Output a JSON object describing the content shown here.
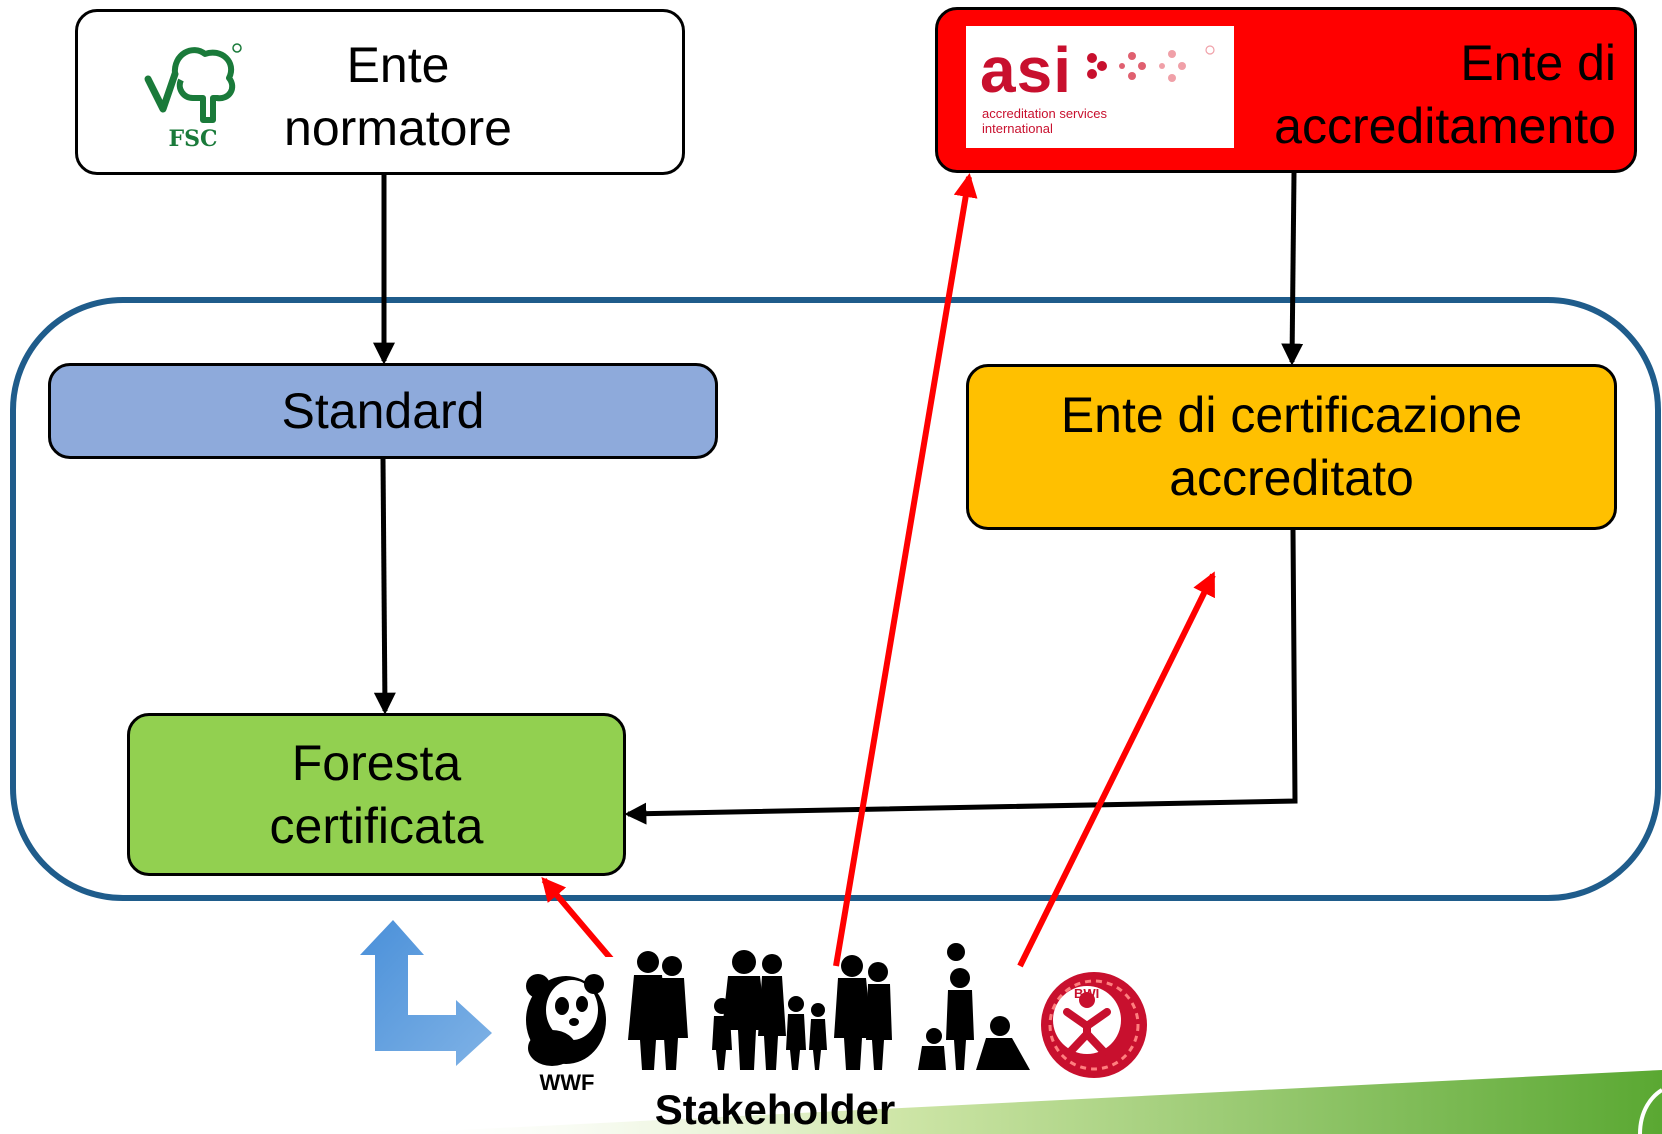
{
  "diagram": {
    "normatore": {
      "line1": "Ente",
      "line2": "normatore",
      "logo": {
        "icon": "fsc-tree-icon",
        "text": "FSC"
      }
    },
    "accreditamento": {
      "line1": "Ente di",
      "line2": "accreditamento",
      "logo": {
        "icon": "asi-logo",
        "word": "asi",
        "sub1": "accreditation services",
        "sub2": "international"
      }
    },
    "standard": {
      "label": "Standard"
    },
    "ente_cert": {
      "line1": "Ente di certificazione",
      "line2": "accreditato"
    },
    "foresta": {
      "line1": "Foresta",
      "line2": "certificata"
    },
    "stakeholder": {
      "label": "Stakeholder",
      "wwf_text": "WWF",
      "bwi_text": "BWI"
    }
  },
  "colors": {
    "container_border": "#1f5c8b",
    "accreditamento_fill": "#ff0000",
    "standard_fill": "#8eaadb",
    "ente_cert_fill": "#ffc000",
    "foresta_fill": "#92d050",
    "stakeholder_arrows": "#ff0000",
    "flow_arrows": "#000000",
    "bend_arrow": "#5b9bd5",
    "fsc_green": "#1a7a3a",
    "asi_red": "#c8102e"
  }
}
